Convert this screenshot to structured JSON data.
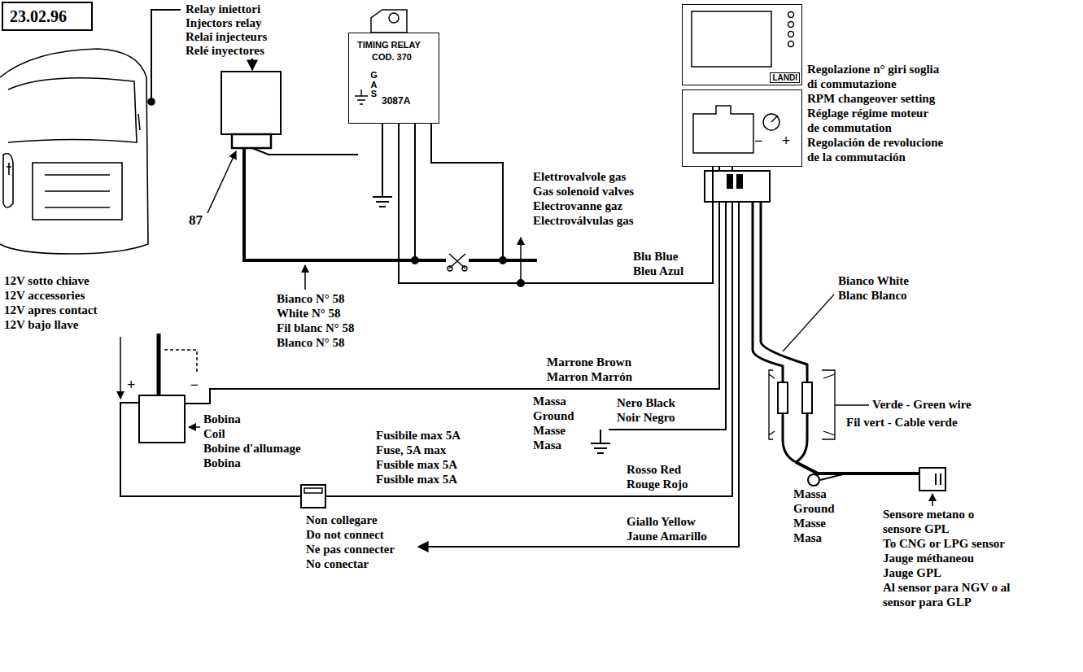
{
  "diagram": {
    "nodes": [
      {
        "text": [
          "23.02.96"
        ]
      },
      {
        "text": [
          "TIMING RELAY",
          "COD. 370",
          "G A S",
          "3087A"
        ]
      },
      {
        "text": [
          "LANDI"
        ]
      },
      {
        "text": [
          "−",
          "+"
        ]
      },
      {
        "text": [
          "+",
          "−"
        ]
      }
    ],
    "edges": [
      {
        "from": 3,
        "to": 4,
        "arrow": "none"
      },
      {
        "from": 3,
        "to": 1,
        "arrow": "none"
      },
      {
        "from": 3,
        "to": 4,
        "arrow": "none"
      }
    ],
    "labels": [
      "Relay iniettori",
      "Injectors relay",
      "Relai injecteurs",
      "Relé inyectores",
      "87",
      "Regolazione n° giri soglia",
      "di commutazione",
      "RPM changeover setting",
      "Réglage régime moteur",
      "de commutation",
      "Regolación de revolucione",
      "de la commutación",
      "Elettrovalvole gas",
      "Gas solenoid valves",
      "Electrovanne gaz",
      "Electroválvulas gas",
      "Blu Blue",
      "Bleu Azul",
      "Bianco White",
      "Blanc Blanco",
      "Verde - Green wire",
      "Fil vert - Cable verde",
      "Bianco N° 58",
      "White N° 58",
      "Fil blanc N° 58",
      "Blanco N° 58",
      "12V sotto chiave",
      "12V accessories",
      "12V apres contact",
      "12V bajo llave",
      "Marrone Brown",
      "Marron Marrón",
      "Bobina",
      "Coil",
      "Bobine d'allumage",
      "Bobina",
      "Massa",
      "Ground",
      "Masse",
      "Masa",
      "Nero Black",
      "Noir Negro",
      "Fusibile max 5A",
      "Fuse, 5A max",
      "Fusible max 5A",
      "Fusible max 5A",
      "Rosso Red",
      "Rouge Rojo",
      "Non collegare",
      "Do not connect",
      "Ne pas connecter",
      "No conectar",
      "Giallo Yellow",
      "Jaune Amarillo",
      "Massa",
      "Ground",
      "Masse",
      "Masa",
      "Sensore metano o",
      "sensore GPL",
      "To CNG or LPG sensor",
      "Jauge méthaneou",
      "Jauge GPL",
      "Al sensor para NGV o al",
      "sensor para GLP"
    ]
  }
}
